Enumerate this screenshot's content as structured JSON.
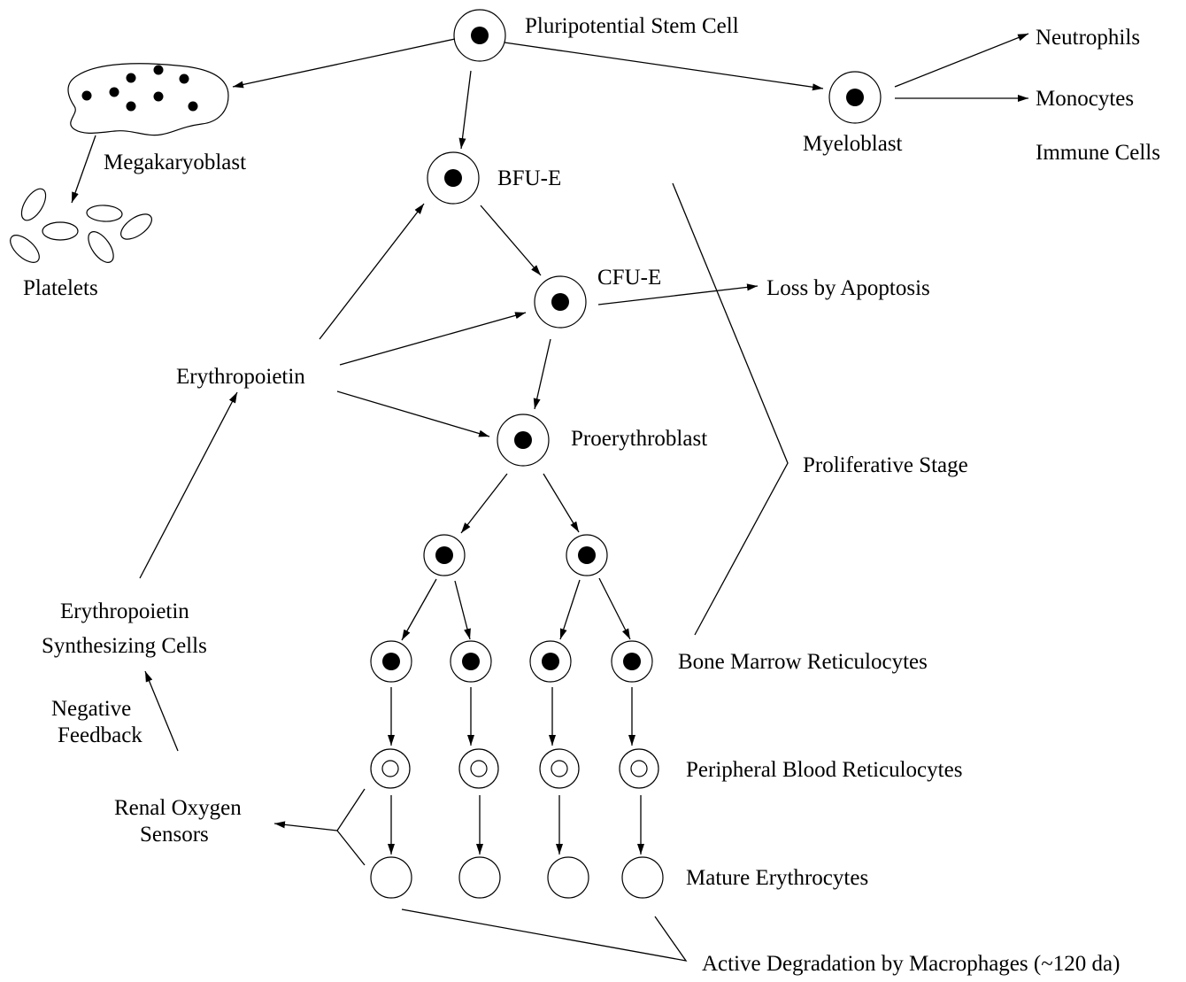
{
  "labels": {
    "stem_cell": "Pluripotential Stem Cell",
    "megakaryoblast": "Megakaryoblast",
    "platelets": "Platelets",
    "myeloblast": "Myeloblast",
    "neutrophils": "Neutrophils",
    "monocytes": "Monocytes",
    "immune_cells": "Immune Cells",
    "bfu_e": "BFU-E",
    "cfu_e": "CFU-E",
    "loss_by_apoptosis": "Loss by Apoptosis",
    "erythropoietin": "Erythropoietin",
    "proerythroblast": "Proerythroblast",
    "proliferative_stage": "Proliferative Stage",
    "epo_synth_line1": "Erythropoietin",
    "epo_synth_line2": "Synthesizing Cells",
    "negative_feedback_line1": "Negative",
    "negative_feedback_line2": "Feedback",
    "renal_line1": "Renal Oxygen",
    "renal_line2": "Sensors",
    "bone_marrow_reticulocytes": "Bone Marrow Reticulocytes",
    "peripheral_blood_reticulocytes": "Peripheral Blood Reticulocytes",
    "mature_erythrocytes": "Mature Erythrocytes",
    "active_degradation": "Active Degradation by Macrophages (~120 da)"
  }
}
